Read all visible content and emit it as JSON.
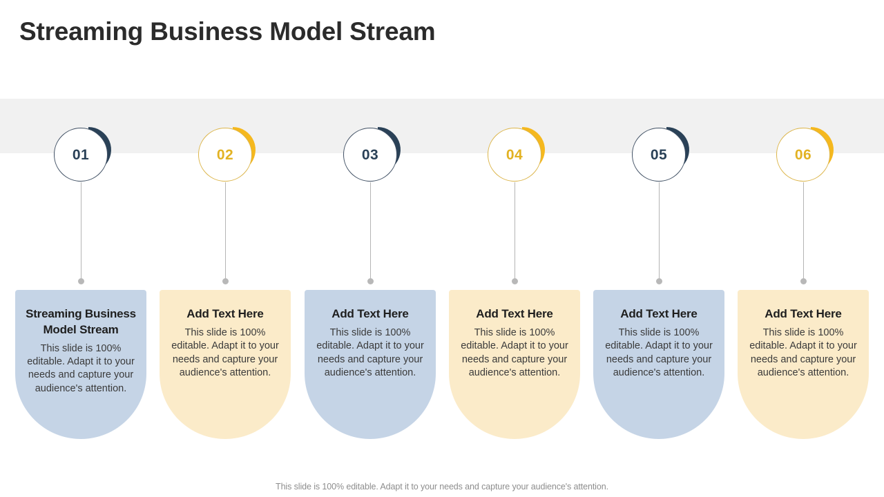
{
  "slide": {
    "title": "Streaming Business Model Stream",
    "footer_note": "This slide is 100% editable. Adapt it to your needs and capture your audience's attention.",
    "background_color": "#ffffff",
    "band_color": "#f1f1f1"
  },
  "palette": {
    "navy": "#2a4157",
    "navy_border": "#3f4f63",
    "gold": "#f5b81e",
    "gold_border": "#dcb54a",
    "gold_text": "#e2b223",
    "card_blue": "#c5d4e6",
    "card_cream": "#fbebc9",
    "connector": "#b4b4b4",
    "dot": "#b8b8b8",
    "title_text": "#2b2b2b",
    "footer_text": "#8d8d8d"
  },
  "body_text": "This slide is 100% editable. Adapt it to your needs and capture your audience's attention.",
  "steps": [
    {
      "number": "01",
      "theme": "navy",
      "arc_color": "#2a4157",
      "card_color": "#c5d4e6",
      "title": "Streaming Business Model Stream",
      "body": "This slide is 100% editable. Adapt it to your needs and capture your audience's attention."
    },
    {
      "number": "02",
      "theme": "gold",
      "arc_color": "#f5b81e",
      "card_color": "#fbebc9",
      "title": "Add Text Here",
      "body": "This slide is 100% editable. Adapt it to your needs and capture your audience's attention."
    },
    {
      "number": "03",
      "theme": "navy",
      "arc_color": "#2a4157",
      "card_color": "#c5d4e6",
      "title": "Add Text Here",
      "body": "This slide is 100% editable. Adapt it to your needs and capture your audience's attention."
    },
    {
      "number": "04",
      "theme": "gold",
      "arc_color": "#f5b81e",
      "card_color": "#fbebc9",
      "title": "Add Text Here",
      "body": "This slide is 100% editable. Adapt it to your needs and capture your audience's attention."
    },
    {
      "number": "05",
      "theme": "navy",
      "arc_color": "#2a4157",
      "card_color": "#c5d4e6",
      "title": "Add Text Here",
      "body": "This slide is 100% editable. Adapt it to your needs and capture your audience's attention."
    },
    {
      "number": "06",
      "theme": "gold",
      "arc_color": "#f5b81e",
      "card_color": "#fbebc9",
      "title": "Add Text Here",
      "body": "This slide is 100% editable. Adapt it to your needs and capture your audience's attention."
    }
  ]
}
